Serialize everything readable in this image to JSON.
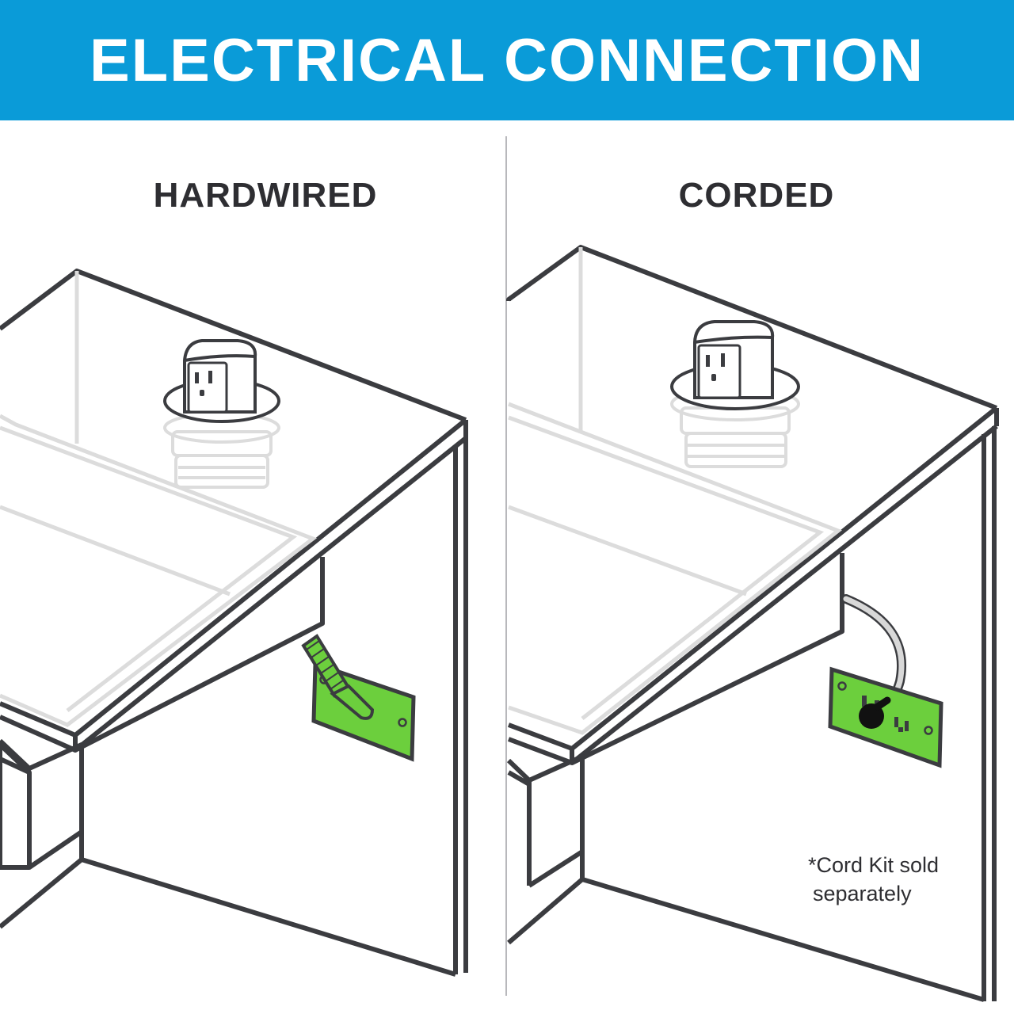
{
  "header": {
    "title": "ELECTRICAL CONNECTION"
  },
  "panels": {
    "left": {
      "title": "HARDWIRED"
    },
    "right": {
      "title": "CORDED"
    }
  },
  "note": {
    "line1": "*Cord Kit sold",
    "line2": "separately"
  },
  "colors": {
    "banner": "#0a9bd8",
    "outline": "#3b3c40",
    "plate": "#6ccf3d",
    "cord": "#d8d8d8",
    "ghost": "#dcdcdc"
  },
  "icons": [
    "pop-up-outlet-icon",
    "junction-box-icon",
    "power-cord-icon",
    "wall-outlet-icon"
  ]
}
